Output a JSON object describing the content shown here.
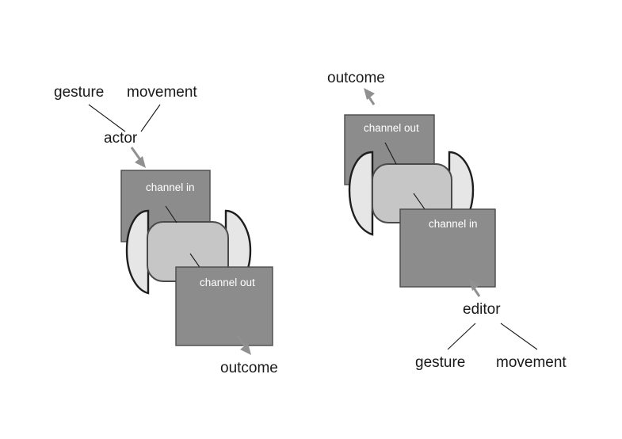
{
  "left_diagram": {
    "gesture_label": "gesture",
    "movement_label": "movement",
    "agent_label": "actor",
    "channel_in_label": "channel in",
    "channel_out_label": "channel out",
    "outcome_label": "outcome"
  },
  "right_diagram": {
    "outcome_label": "outcome",
    "channel_out_label": "channel out",
    "channel_in_label": "channel in",
    "agent_label": "editor",
    "gesture_label": "gesture",
    "movement_label": "movement"
  },
  "colors": {
    "panel_fill": "#8c8c8c",
    "core_fill": "#c6c6c6",
    "ear_fill": "#e6e6e6",
    "arrow_fill": "#909090"
  }
}
